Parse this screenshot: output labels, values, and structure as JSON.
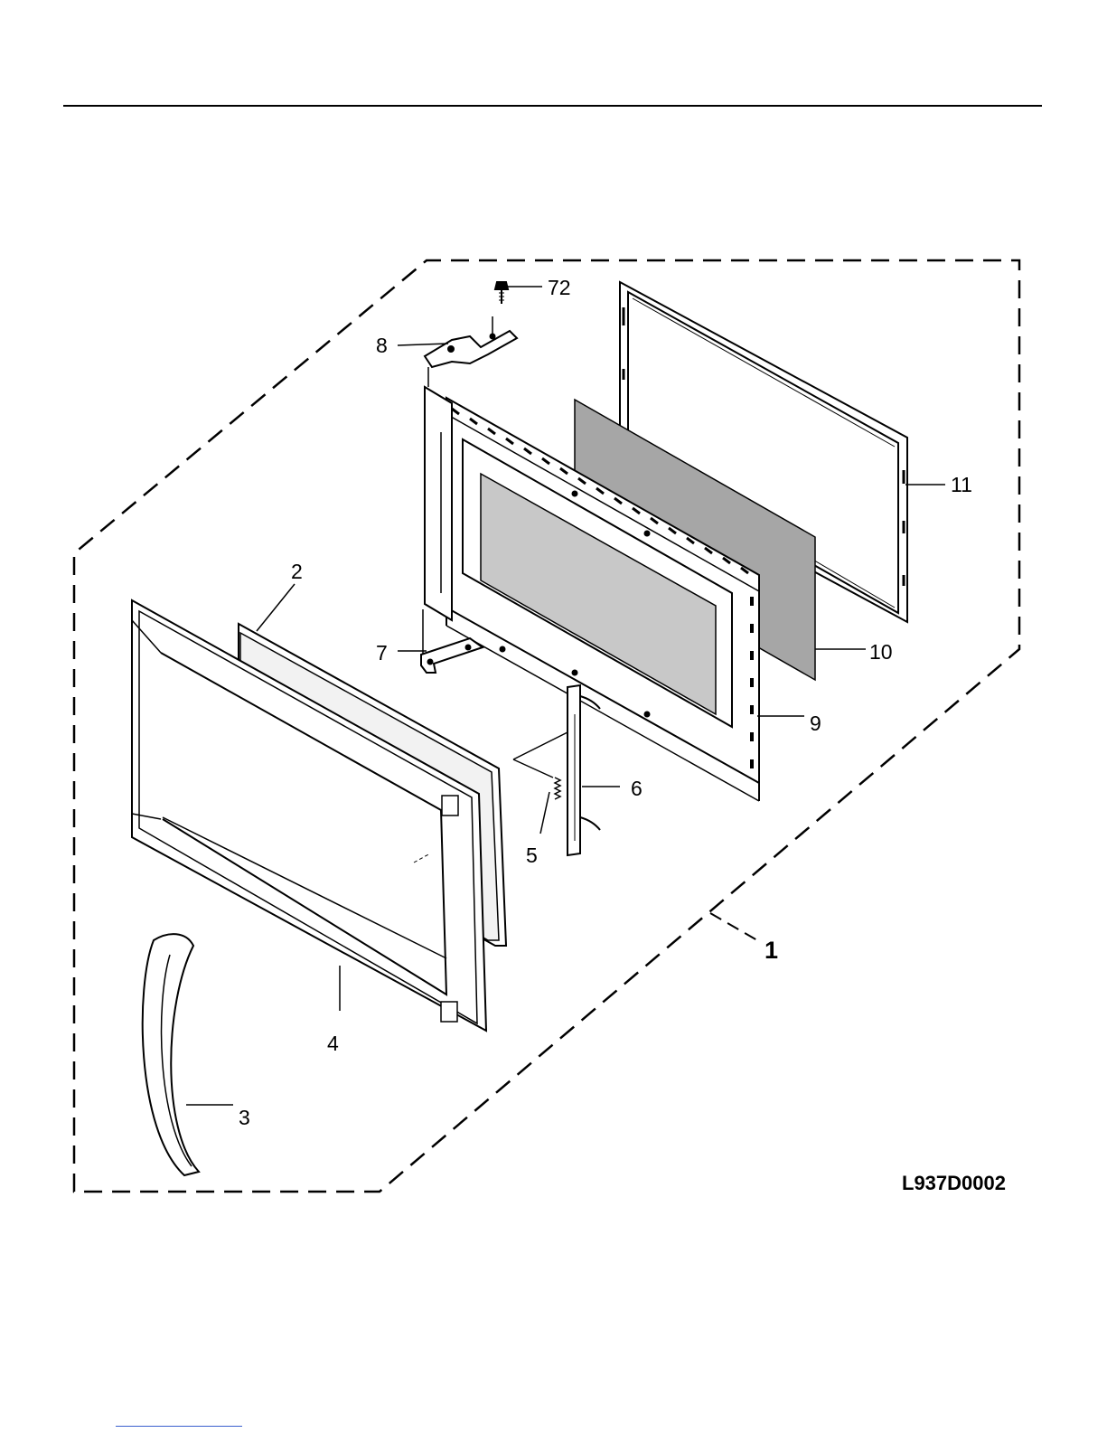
{
  "diagram": {
    "drawing_code": "L937D0002",
    "callouts": {
      "c1": "1",
      "c2": "2",
      "c3": "3",
      "c4": "4",
      "c5": "5",
      "c6": "6",
      "c7": "7",
      "c8": "8",
      "c9": "9",
      "c10": "10",
      "c11": "11",
      "c72": "72"
    }
  }
}
